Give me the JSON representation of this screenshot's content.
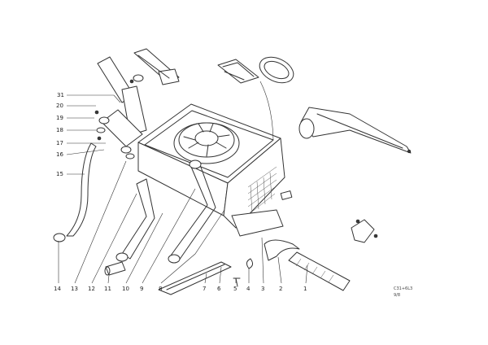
{
  "callouts": [
    {
      "id": "c31",
      "label": "31"
    },
    {
      "id": "c20",
      "label": "20"
    },
    {
      "id": "c19",
      "label": "19"
    },
    {
      "id": "c18",
      "label": "18"
    },
    {
      "id": "c17",
      "label": "17"
    },
    {
      "id": "c16",
      "label": "16"
    },
    {
      "id": "c15",
      "label": "15"
    },
    {
      "id": "c14",
      "label": "14"
    },
    {
      "id": "c13",
      "label": "13"
    },
    {
      "id": "c12",
      "label": "12"
    },
    {
      "id": "c11",
      "label": "11"
    },
    {
      "id": "c10",
      "label": "10"
    },
    {
      "id": "c9",
      "label": "9"
    },
    {
      "id": "c8",
      "label": "8"
    },
    {
      "id": "c7",
      "label": "7"
    },
    {
      "id": "c6",
      "label": "6"
    },
    {
      "id": "c5",
      "label": "5"
    },
    {
      "id": "c4",
      "label": "4"
    },
    {
      "id": "c3",
      "label": "3"
    },
    {
      "id": "c2",
      "label": "2"
    },
    {
      "id": "c1",
      "label": "1"
    }
  ],
  "drawing_code": {
    "line1": "C31+6L3",
    "line2": "9/8"
  }
}
